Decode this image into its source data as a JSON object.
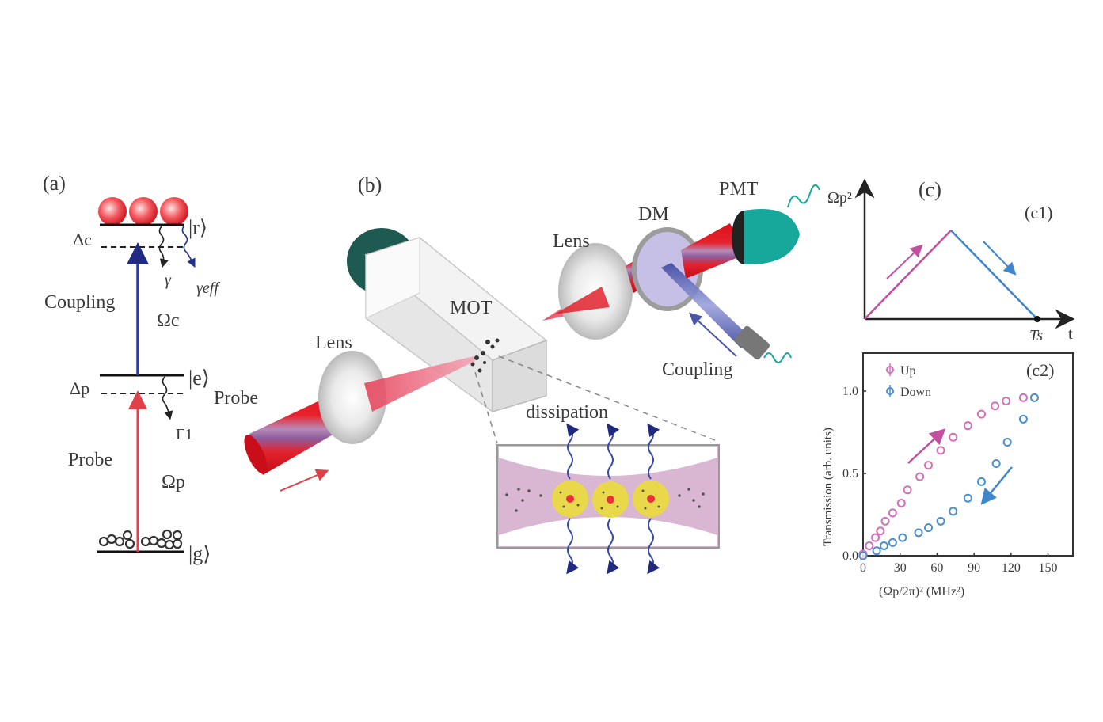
{
  "panel_a": {
    "label": "(a)",
    "states": {
      "r": "|r⟩",
      "e": "|e⟩",
      "g": "|g⟩"
    },
    "detunings": {
      "coupling": "Δc",
      "probe": "Δp"
    },
    "decays": {
      "gamma": "γ",
      "gamma_eff": "γeff",
      "gamma1": "Γ1"
    },
    "beams": {
      "coupling_label": "Coupling",
      "coupling_rabi": "Ωc",
      "probe_label": "Probe",
      "probe_rabi": "Ωp"
    },
    "colors": {
      "coupling": "#2a3f9e",
      "probe": "#e0404a",
      "rydberg_atom": "#e8323a",
      "gamma_eff": "#2a3f9e"
    }
  },
  "panel_b": {
    "label": "(b)",
    "labels": {
      "lens_left": "Lens",
      "lens_right": "Lens",
      "mot": "MOT",
      "dm": "DM",
      "pmt": "PMT",
      "probe": "Probe",
      "coupling": "Coupling",
      "dissipation": "dissipation"
    },
    "colors": {
      "probe_beam": "#e0121f",
      "coupling_beam": "#5a63b8",
      "pmt": "#17a89b",
      "chamber_end": "#1e5a52",
      "inset_bg": "#d9b6d2",
      "superatom": "#e8d84a"
    }
  },
  "panel_c": {
    "label": "(c)",
    "c1": {
      "label": "(c1)",
      "ylabel": "Ωp²",
      "xlabel": "t",
      "end_marker": "Ts",
      "ramp_up_color": "#c2509e",
      "ramp_down_color": "#3f86cc"
    }
  },
  "chart_data": {
    "type": "scatter",
    "title": "(c2)",
    "xlabel": "(Ωp/2π)² (MHz²)",
    "ylabel": "Transmission (arb. units)",
    "xlim": [
      0,
      170
    ],
    "ylim": [
      0,
      1.25
    ],
    "xticks": [
      0,
      30,
      60,
      90,
      120,
      150
    ],
    "xtick_labels": [
      "0",
      "30",
      "60",
      "90",
      "120",
      "150"
    ],
    "yticks": [
      0,
      0.5,
      1.0
    ],
    "ytick_labels": [
      "0.0",
      "0.5",
      "1.0"
    ],
    "grid": false,
    "legend_position": "top-left",
    "series": [
      {
        "name": "Up",
        "color": "#d56fb8",
        "x": [
          0,
          5,
          10,
          14,
          18,
          24,
          31,
          36,
          46,
          53,
          63,
          73,
          85,
          96,
          107,
          116,
          130
        ],
        "y": [
          0.01,
          0.06,
          0.11,
          0.15,
          0.21,
          0.26,
          0.32,
          0.4,
          0.48,
          0.55,
          0.64,
          0.72,
          0.79,
          0.86,
          0.91,
          0.94,
          0.96
        ]
      },
      {
        "name": "Down",
        "color": "#4a8fd0",
        "x": [
          0,
          11,
          17,
          24,
          32,
          45,
          53,
          63,
          73,
          85,
          96,
          108,
          117,
          130,
          139
        ],
        "y": [
          0.0,
          0.03,
          0.06,
          0.08,
          0.11,
          0.14,
          0.17,
          0.21,
          0.27,
          0.35,
          0.45,
          0.56,
          0.69,
          0.83,
          0.96
        ]
      }
    ]
  }
}
